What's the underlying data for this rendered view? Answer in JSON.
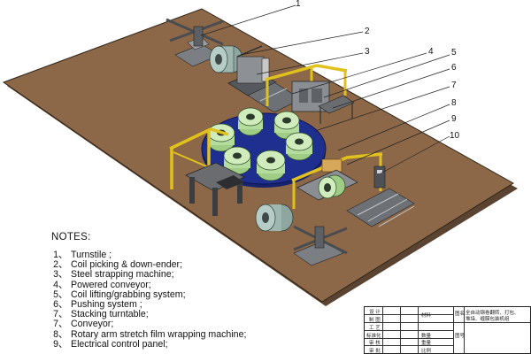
{
  "callouts": [
    "1",
    "2",
    "3",
    "4",
    "5",
    "6",
    "7",
    "8",
    "9",
    "10"
  ],
  "notes": {
    "title": "NOTES:",
    "items": [
      {
        "num": "1",
        "sep": "、",
        "text": "Turnstile ;"
      },
      {
        "num": "2",
        "sep": "、",
        "text": "Coil picking & down-ender;"
      },
      {
        "num": "3",
        "sep": "、",
        "text": "Steel strapping machine;"
      },
      {
        "num": "4",
        "sep": "、",
        "text": "Powered conveyor;"
      },
      {
        "num": "5",
        "sep": "、",
        "text": "Coil lifting/grabbing system;"
      },
      {
        "num": "6",
        "sep": "、",
        "text": "Pushing  system ;"
      },
      {
        "num": "7",
        "sep": "、",
        "text": "Stacking turntable;"
      },
      {
        "num": "7",
        "sep": "、",
        "text": "Conveyor;"
      },
      {
        "num": "8",
        "sep": "、",
        "text": "Rotary arm stretch film wrapping machine;"
      },
      {
        "num": "9",
        "sep": "、",
        "text": "Electrical control panel;"
      }
    ]
  },
  "title_block": {
    "cells": {
      "design": "设 计",
      "draw": "制 图",
      "process": "工 艺",
      "standard": "标准化",
      "check": "审 核",
      "approve": "审 批",
      "material": "材料",
      "quantity": "数量",
      "weight": "重量",
      "scale": "比例",
      "drawing_name_label": "图名",
      "drawing_name": "全自动钢卷翻转、打包、",
      "drawing_name_2": "堆垛、缠膜包装机组",
      "drawing_no": "图号"
    }
  },
  "colors": {
    "floor": "#8c6848",
    "floor_edge": "#2e2418",
    "turntable": "#1f2f8f",
    "coil": "#bfe3a3",
    "gantry": "#e1c21c",
    "machine": "#8a8d92",
    "frame_dark": "#3b3d40"
  }
}
